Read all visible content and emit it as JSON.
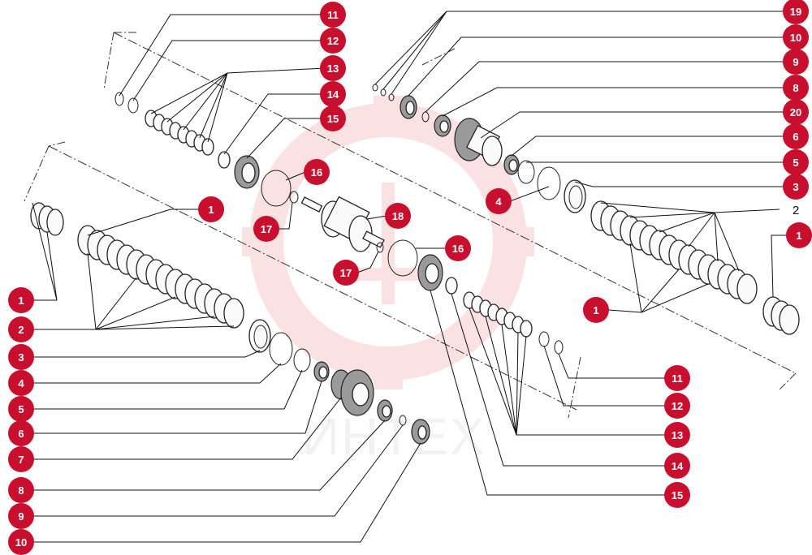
{
  "colors": {
    "callout_fill": "#c8102e",
    "watermark": "#f6c9cc",
    "line": "#111111"
  },
  "watermark": {
    "text": "ИНТЕХ",
    "logo_icon": "gear-logo-icon"
  },
  "callouts": {
    "top_left": [
      "11",
      "12",
      "13",
      "14",
      "15"
    ],
    "top_right": [
      "19",
      "10",
      "9",
      "8",
      "20",
      "6",
      "5",
      "3"
    ],
    "top_right_plain": "2",
    "right_last": "1",
    "center": [
      "16",
      "17",
      "18",
      "16",
      "17",
      "4",
      "1"
    ],
    "mid_right": "1",
    "left": [
      "1",
      "2",
      "3",
      "4",
      "5",
      "6",
      "7",
      "8",
      "9",
      "10"
    ],
    "bottom_right": [
      "11",
      "12",
      "13",
      "14",
      "15"
    ]
  }
}
